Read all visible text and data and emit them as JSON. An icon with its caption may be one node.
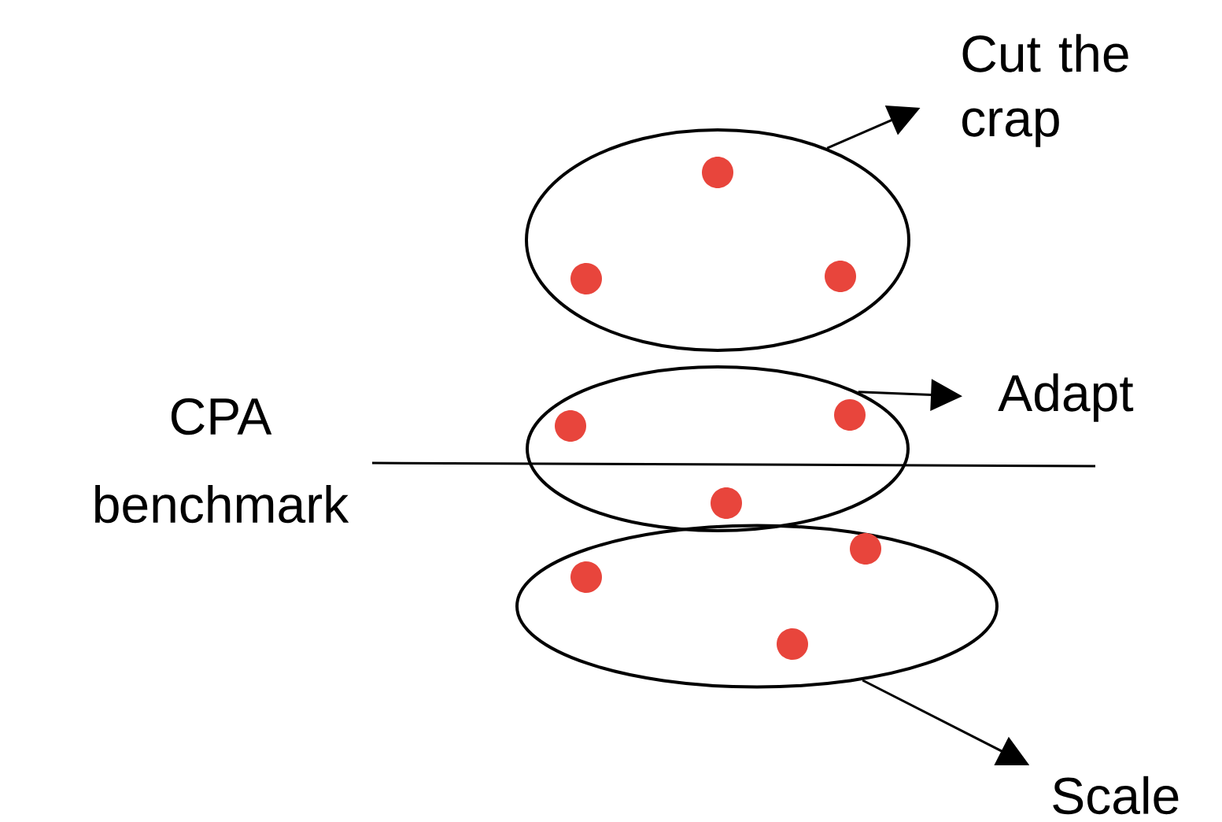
{
  "diagram": {
    "nodes": [
      {
        "text": [],
        "shape": "ellipse"
      },
      {
        "text": [],
        "shape": "circle",
        "in": 0
      },
      {
        "text": [],
        "shape": "circle",
        "in": 0
      },
      {
        "text": [],
        "shape": "circle",
        "in": 0
      },
      {
        "text": [
          "Cut the crap"
        ]
      },
      {
        "text": [],
        "shape": "ellipse"
      },
      {
        "text": [],
        "shape": "circle",
        "in": 5
      },
      {
        "text": [],
        "shape": "circle",
        "in": 5
      },
      {
        "text": [],
        "shape": "circle",
        "in": 5
      },
      {
        "text": [
          "Adapt"
        ]
      },
      {
        "text": [],
        "shape": "ellipse"
      },
      {
        "text": [],
        "shape": "circle",
        "in": 10
      },
      {
        "text": [],
        "shape": "circle",
        "in": 10
      },
      {
        "text": [],
        "shape": "circle",
        "in": 10
      },
      {
        "text": [
          "Scale"
        ]
      }
    ],
    "edges": [
      {
        "from": 0,
        "to": 4,
        "arrow": "to"
      },
      {
        "from": 5,
        "to": 9,
        "arrow": "to"
      },
      {
        "from": 10,
        "to": 14,
        "arrow": "to"
      }
    ],
    "labels": [
      "CPA benchmark"
    ]
  }
}
